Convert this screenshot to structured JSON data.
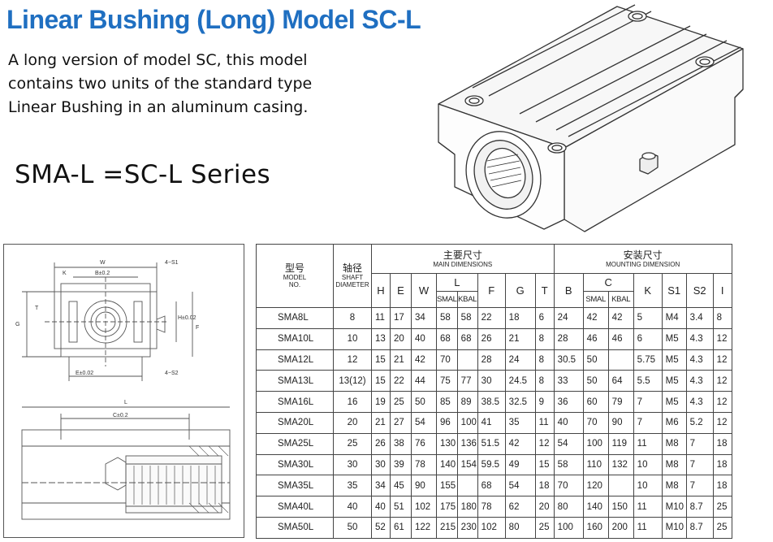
{
  "title": "Linear Bushing (Long) Model SC-L",
  "description": [
    "A long version of model SC, this model",
    "contains two units of the standard type",
    "Linear Bushing in an aluminum casing."
  ],
  "series_text": "SMA-L =SC-L  Series",
  "drawing_labels": {
    "w": "W",
    "b": "B±0.2",
    "k": "K",
    "s1": "4−S1",
    "t": "T",
    "h": "H±0.02",
    "f": "F",
    "g": "G",
    "e": "E±0.02",
    "s2": "4−S2",
    "l": "L",
    "c": "C±0.2"
  },
  "table": {
    "header": {
      "model_cn": "型号",
      "model_en1": "MODEL",
      "model_en2": "NO.",
      "shaft_cn": "轴径",
      "shaft_en1": "SHAFT",
      "shaft_en2": "DIAMETER",
      "main_cn": "主要尺寸",
      "main_en": "MAIN DIMENSIONS",
      "mount_cn": "安装尺寸",
      "mount_en": "MOUNTING DIMENSION",
      "cols": [
        "H",
        "E",
        "W",
        "L",
        "F",
        "G",
        "T",
        "B",
        "C",
        "K",
        "S1",
        "S2",
        "I"
      ],
      "sub_smal": "SMAL",
      "sub_kbal": "KBAL"
    },
    "rows": [
      [
        "SMA8L",
        "8",
        "11",
        "17",
        "34",
        "58",
        "58",
        "22",
        "18",
        "6",
        "24",
        "42",
        "42",
        "5",
        "M4",
        "3.4",
        "8"
      ],
      [
        "SMA10L",
        "10",
        "13",
        "20",
        "40",
        "68",
        "68",
        "26",
        "21",
        "8",
        "28",
        "46",
        "46",
        "6",
        "M5",
        "4.3",
        "12"
      ],
      [
        "SMA12L",
        "12",
        "15",
        "21",
        "42",
        "70",
        "",
        "28",
        "24",
        "8",
        "30.5",
        "50",
        "",
        "5.75",
        "M5",
        "4.3",
        "12"
      ],
      [
        "SMA13L",
        "13(12)",
        "15",
        "22",
        "44",
        "75",
        "77",
        "30",
        "24.5",
        "8",
        "33",
        "50",
        "64",
        "5.5",
        "M5",
        "4.3",
        "12"
      ],
      [
        "SMA16L",
        "16",
        "19",
        "25",
        "50",
        "85",
        "89",
        "38.5",
        "32.5",
        "9",
        "36",
        "60",
        "79",
        "7",
        "M5",
        "4.3",
        "12"
      ],
      [
        "SMA20L",
        "20",
        "21",
        "27",
        "54",
        "96",
        "100",
        "41",
        "35",
        "11",
        "40",
        "70",
        "90",
        "7",
        "M6",
        "5.2",
        "12"
      ],
      [
        "SMA25L",
        "25",
        "26",
        "38",
        "76",
        "130",
        "136",
        "51.5",
        "42",
        "12",
        "54",
        "100",
        "119",
        "11",
        "M8",
        "7",
        "18"
      ],
      [
        "SMA30L",
        "30",
        "30",
        "39",
        "78",
        "140",
        "154",
        "59.5",
        "49",
        "15",
        "58",
        "110",
        "132",
        "10",
        "M8",
        "7",
        "18"
      ],
      [
        "SMA35L",
        "35",
        "34",
        "45",
        "90",
        "155",
        "",
        "68",
        "54",
        "18",
        "70",
        "120",
        "",
        "10",
        "M8",
        "7",
        "18"
      ],
      [
        "SMA40L",
        "40",
        "40",
        "51",
        "102",
        "175",
        "180",
        "78",
        "62",
        "20",
        "80",
        "140",
        "150",
        "11",
        "M10",
        "8.7",
        "25"
      ],
      [
        "SMA50L",
        "50",
        "52",
        "61",
        "122",
        "215",
        "230",
        "102",
        "80",
        "25",
        "100",
        "160",
        "200",
        "11",
        "M10",
        "8.7",
        "25"
      ]
    ]
  }
}
